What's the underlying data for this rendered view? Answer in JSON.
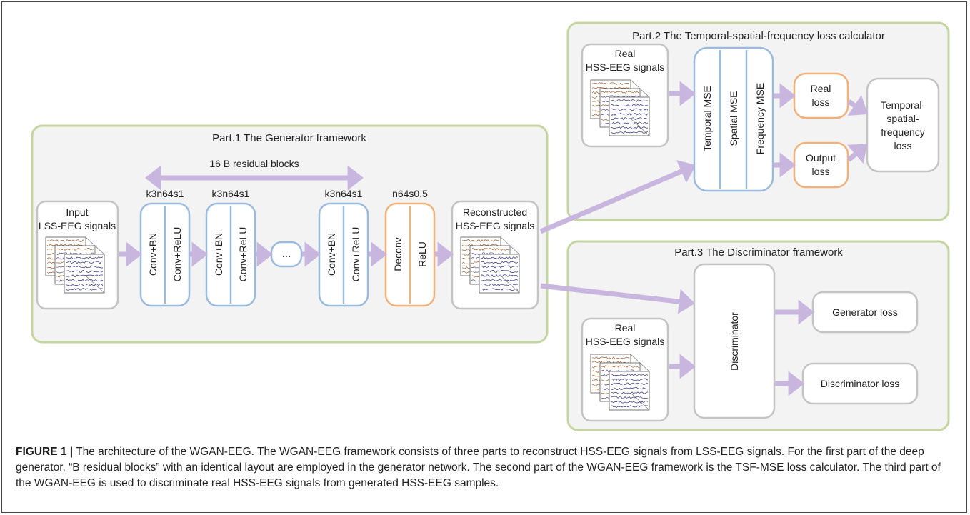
{
  "parts": {
    "generator": {
      "title": "Part.1 The Generator framework",
      "residual_label": "16 B residual blocks",
      "input_label": [
        "Input",
        "LSS-EEG signals"
      ],
      "blocks": [
        {
          "param": "k3n64s1",
          "layers": [
            "Conv+BN",
            "Conv+ReLU"
          ]
        },
        {
          "param": "k3n64s1",
          "layers": [
            "Conv+BN",
            "Conv+ReLU"
          ]
        },
        {
          "param": "k3n64s1",
          "layers": [
            "Conv+BN",
            "Conv+ReLU"
          ]
        }
      ],
      "ellipsis": "...",
      "deconv": {
        "param": "n64s0.5",
        "layers": [
          "Deconv",
          "ReLU"
        ]
      },
      "output_label": [
        "Reconstructed",
        "HSS-EEG signals"
      ]
    },
    "loss_calculator": {
      "title": "Part.2 The Temporal-spatial-frequency loss calculator",
      "real_label": [
        "Real",
        "HSS-EEG signals"
      ],
      "mse": [
        "Temporal MSE",
        "Spatial MSE",
        "Frequency MSE"
      ],
      "real_loss": [
        "Real",
        "loss"
      ],
      "output_loss": [
        "Output",
        "loss"
      ],
      "tsf_loss": [
        "Temporal-",
        "spatial-",
        "frequency",
        "loss"
      ]
    },
    "discriminator": {
      "title": "Part.3 The Discriminator framework",
      "real_label": [
        "Real",
        "HSS-EEG signals"
      ],
      "name": "Discriminator",
      "generator_loss": "Generator loss",
      "discriminator_loss": "Discriminator loss"
    }
  },
  "caption": {
    "label": "FIGURE 1 |",
    "text": " The architecture of the WGAN-EEG. The WGAN-EEG framework consists of three parts to reconstruct HSS-EEG signals from LSS-EEG signals. For the first part of the deep generator, “B residual blocks” with an identical layout are employed in the generator network. The second part of the WGAN-EEG framework is the TSF-MSE loss calculator. The third part of the WGAN-EEG is used to discriminate real HSS-EEG signals from generated HSS-EEG samples."
  },
  "colors": {
    "panel_border": "#c5d5a0",
    "panel_fill": "#f3f3f3",
    "box_border": "#c4c4c4",
    "blue_border": "#9bbbdd",
    "orange_border": "#f0b27a",
    "arrow": "#c9b6df",
    "signal_brown": "#9a5b2a",
    "signal_navy": "#2c2f78"
  }
}
